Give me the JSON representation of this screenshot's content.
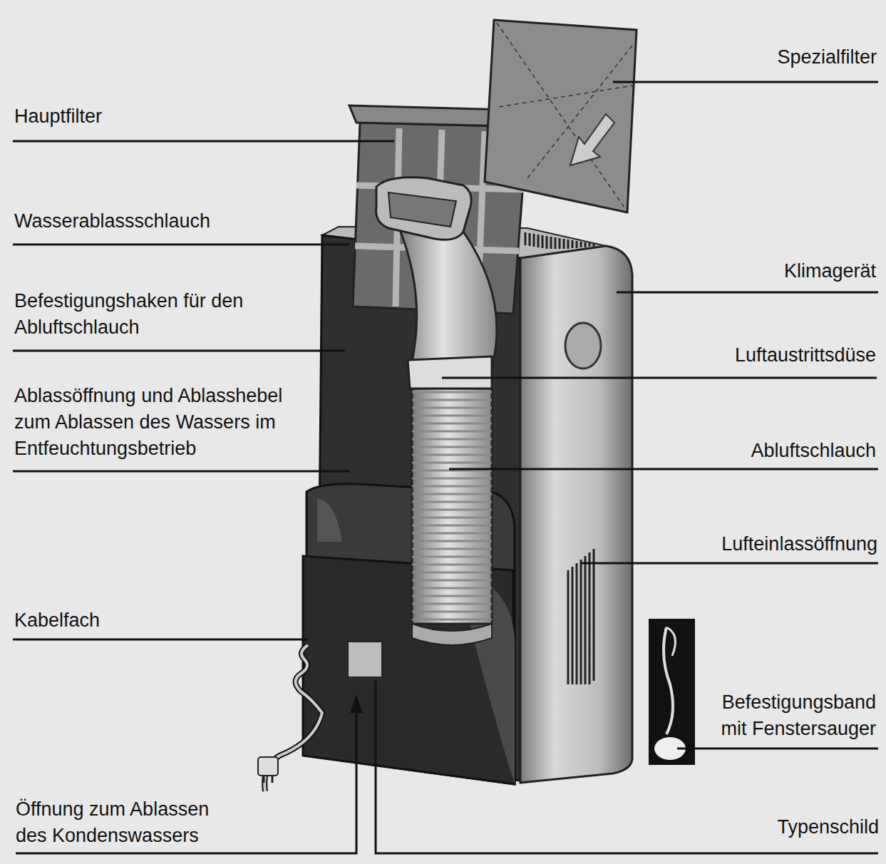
{
  "diagram": {
    "labels": [
      "Spezialfilter",
      "Hauptfilter",
      "Wasserablassschlauch",
      "Klimagerät",
      "Befestigungshaken für den Abluftschlauch",
      "Luftaustrittsdüse",
      "Ablassöffnung und Ablasshebel zum Ablassen des Wassers im Entfeuchtungsbetrieb",
      "Abluftschlauch",
      "Lufteinlassöffnung",
      "Kabelfach",
      "Befestigungsband mit Fenstersauger",
      "Öffnung zum Ablassen des Kondenswassers",
      "Typenschild"
    ]
  }
}
